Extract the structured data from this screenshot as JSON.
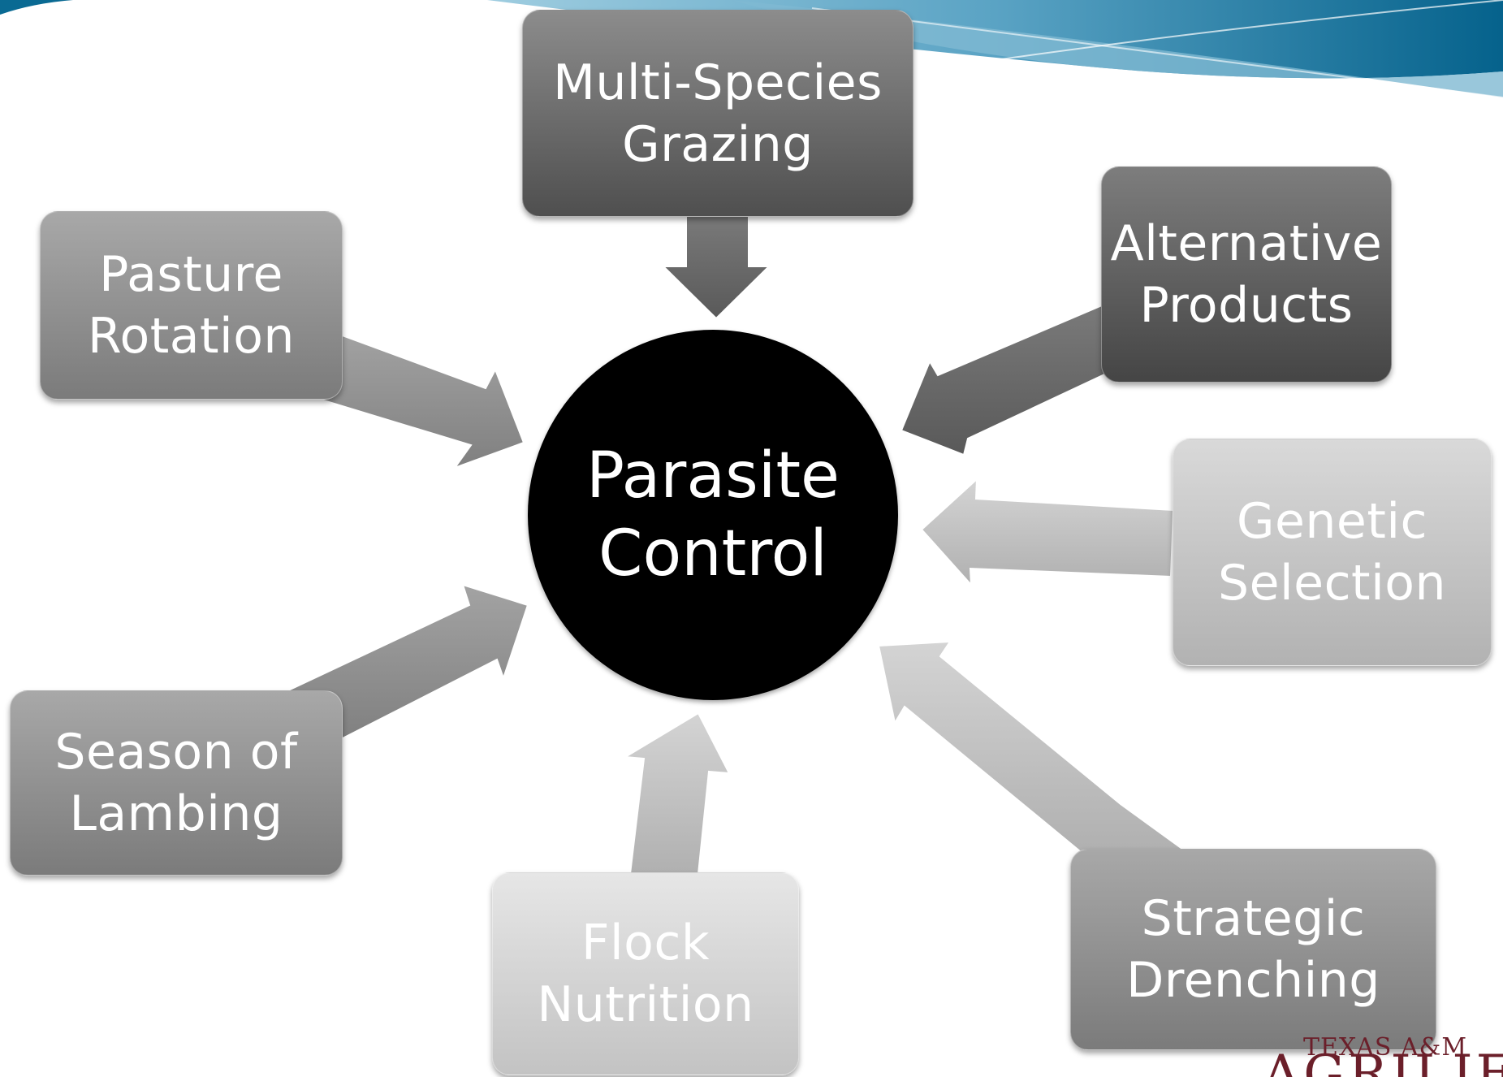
{
  "center": {
    "line1": "Parasite",
    "line2": "Control"
  },
  "nodes": [
    {
      "id": "multi-species-grazing",
      "line1": "Multi-Species",
      "line2": "Grazing"
    },
    {
      "id": "alternative-products",
      "line1": "Alternative",
      "line2": "Products"
    },
    {
      "id": "genetic-selection",
      "line1": "Genetic",
      "line2": "Selection"
    },
    {
      "id": "strategic-drenching",
      "line1": "Strategic",
      "line2": "Drenching"
    },
    {
      "id": "flock-nutrition",
      "line1": "Flock",
      "line2": "Nutrition"
    },
    {
      "id": "season-of-lambing",
      "line1": "Season of",
      "line2": "Lambing"
    },
    {
      "id": "pasture-rotation",
      "line1": "Pasture",
      "line2": "Rotation"
    }
  ],
  "logo": {
    "line1": "TEXAS A&M",
    "line2": "AGRILIFE"
  },
  "colors": {
    "center": "#000000",
    "banner_dark": "#0a6a93",
    "banner_light": "#6fb0cc",
    "logo": "#6b1f2a"
  }
}
